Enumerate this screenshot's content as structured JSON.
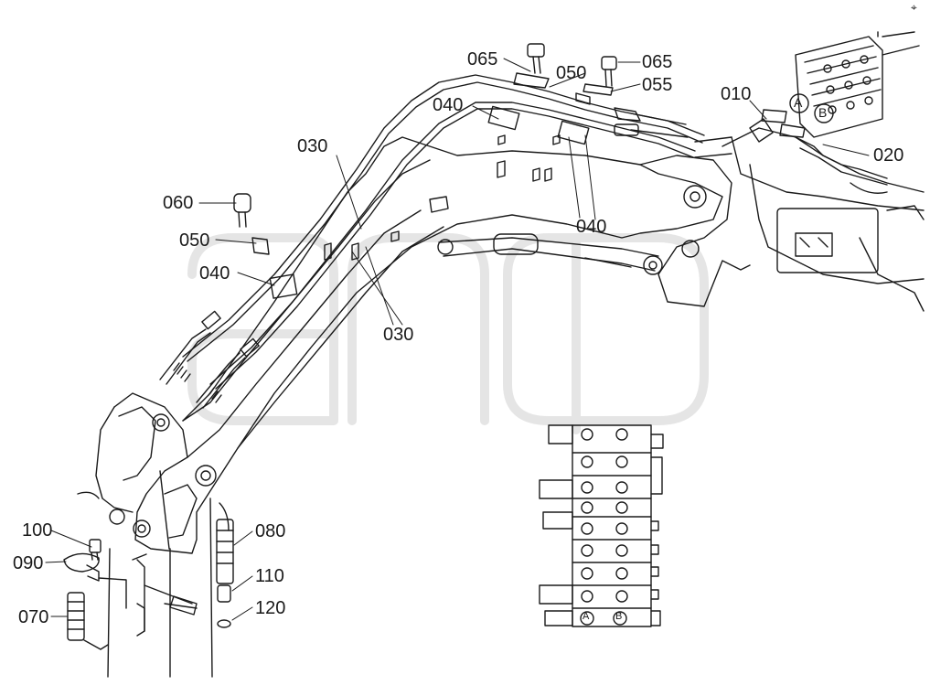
{
  "diagram": {
    "callouts": {
      "p010": "010",
      "p020": "020",
      "p030a": "030",
      "p030b": "030",
      "p040a": "040",
      "p040b": "040",
      "p040c": "040",
      "p050a": "050",
      "p050b": "050",
      "p055": "055",
      "p060": "060",
      "p065a": "065",
      "p065b": "065",
      "p070": "070",
      "p080": "080",
      "p090": "090",
      "p100": "100",
      "p110": "110",
      "p120": "120"
    },
    "port_labels": {
      "a_top": "A",
      "b_top": "B",
      "a_bottom": "A",
      "b_bottom": "B"
    },
    "corner_mark": "⌖",
    "colors": {
      "ink": "#1a1a1a",
      "background": "#ffffff",
      "watermark": "#e6e6e6"
    }
  }
}
